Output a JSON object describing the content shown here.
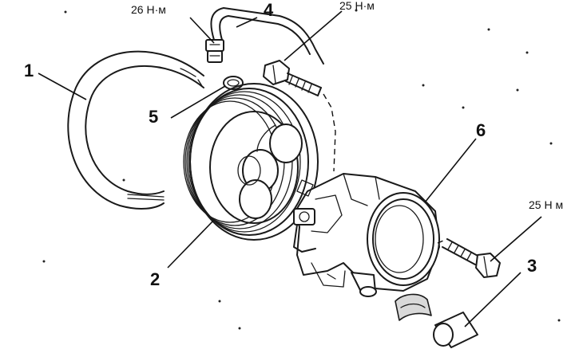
{
  "callouts": {
    "c1": "1",
    "c2": "2",
    "c3": "3",
    "c4": "4",
    "c5": "5",
    "c6": "6"
  },
  "torques": {
    "hose_fitting": "26 Н·м",
    "top_bolt": "25 Н·м",
    "side_bolt": "25 Н м"
  },
  "colors": {
    "line": "#1a1a1a",
    "background": "#ffffff"
  }
}
